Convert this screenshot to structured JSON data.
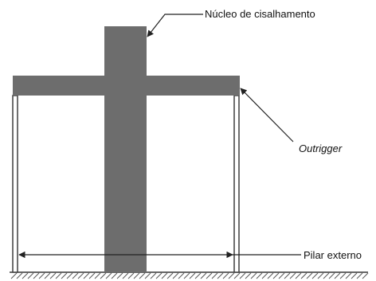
{
  "diagram": {
    "labels": {
      "core": "Núcleo de cisalhamento",
      "outrigger": "Outrigger",
      "column": "Pilar externo"
    },
    "colors": {
      "structure_fill": "#6d6d6d",
      "outline": "#3f3f3f",
      "line": "#222222",
      "ground_hatch": "#555555"
    }
  }
}
